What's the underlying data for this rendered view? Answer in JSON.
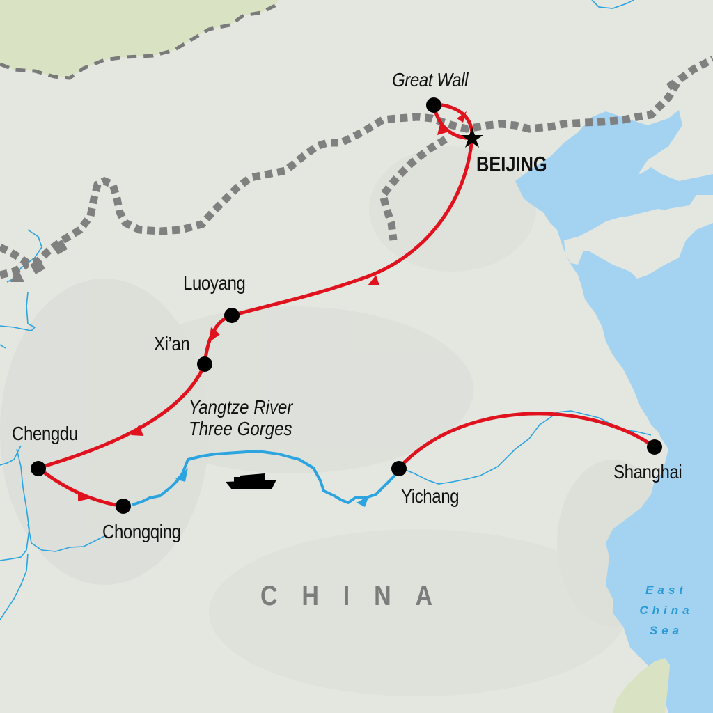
{
  "map": {
    "title": "China tour route map",
    "country_label": "CHINA",
    "sea_label": {
      "line1": "East",
      "line2": "China",
      "line3": "Sea"
    },
    "colors": {
      "land": "#e4e6e0",
      "land_north": "#d9e3c3",
      "water": "#a4d3f2",
      "river": "#2ba4e0",
      "route": "#e0121e",
      "great_wall": "#808080",
      "border": "#7a7a7a",
      "city_dot": "#000000",
      "country_text": "#7c7c7c",
      "sea_text": "#2a9ad6"
    },
    "capital": {
      "name": "BEIJING",
      "marker": "star-icon"
    },
    "cities": [
      {
        "name": "Great Wall",
        "italic": true
      },
      {
        "name": "Luoyang"
      },
      {
        "name": "Xi’an"
      },
      {
        "name": "Chengdu"
      },
      {
        "name": "Chongqing"
      },
      {
        "name": "Yichang"
      },
      {
        "name": "Shanghai"
      }
    ],
    "feature_label": {
      "line1": "Yangtze River",
      "line2": "Three Gorges"
    },
    "route_order": [
      "BEIJING",
      "Great Wall",
      "BEIJING",
      "Luoyang",
      "Xi’an",
      "Chengdu",
      "Chongqing",
      "Yichang",
      "Shanghai"
    ],
    "icons": {
      "boat": "boat-icon",
      "capital": "star-icon",
      "city": "city-dot-icon"
    }
  }
}
